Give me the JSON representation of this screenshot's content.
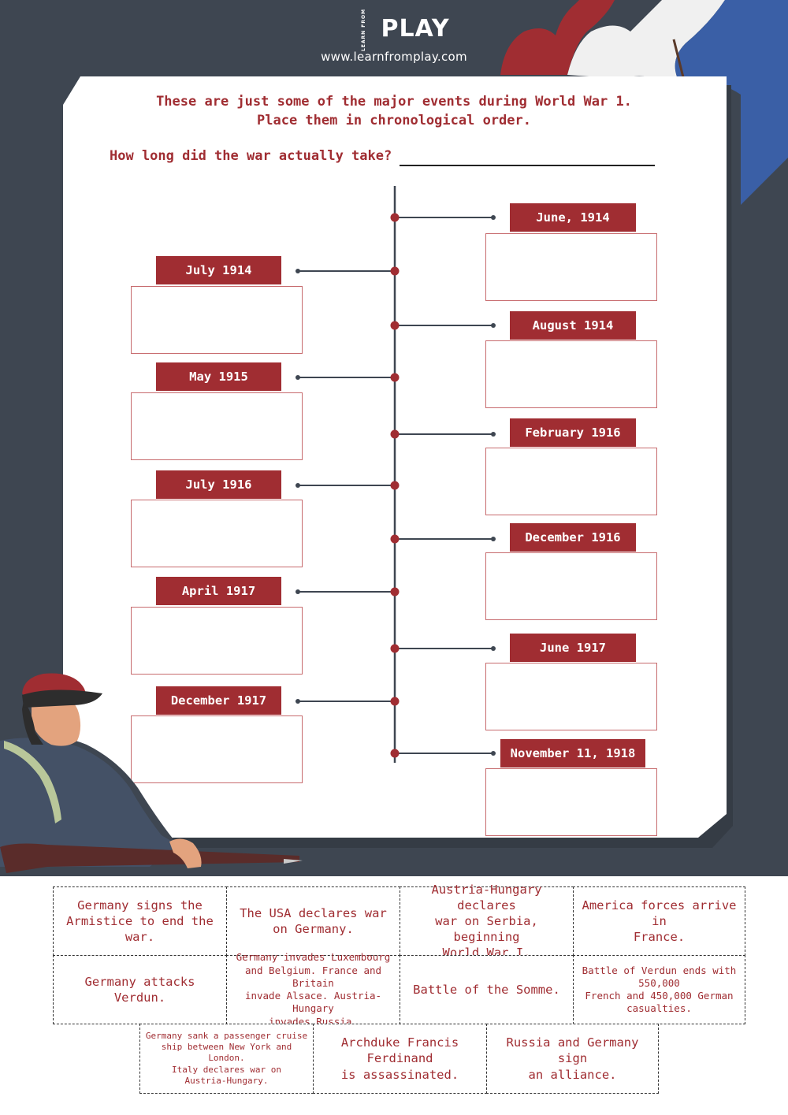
{
  "header": {
    "logo_text": "PLAY",
    "logo_small": "LEARN FROM",
    "url": "www.learnfromplay.com"
  },
  "instructions": {
    "line1": "These are just some of the major events during World War 1.",
    "line2": "Place them in chronological order.",
    "question": "How long did the war actually take?"
  },
  "timeline": {
    "right": [
      {
        "label": "June, 1914"
      },
      {
        "label": "August 1914"
      },
      {
        "label": "February 1916"
      },
      {
        "label": "December 1916"
      },
      {
        "label": "June 1917"
      },
      {
        "label": "November 11, 1918"
      }
    ],
    "left": [
      {
        "label": "July 1914"
      },
      {
        "label": "May 1915"
      },
      {
        "label": "July 1916"
      },
      {
        "label": "April 1917"
      },
      {
        "label": "December 1917"
      }
    ]
  },
  "cards": [
    {
      "text": "Germany signs the\nArmistice to end the war."
    },
    {
      "text": "The USA declares war\non Germany."
    },
    {
      "text": "Austria-Hungary declares\nwar on Serbia, beginning\nWorld War I."
    },
    {
      "text": "America forces arrive in\nFrance."
    },
    {
      "text": "Germany attacks Verdun."
    },
    {
      "text": "Germany invades Luxembourg\nand Belgium. France and Britain\ninvade Alsace. Austria-Hungary\ninvades Russia."
    },
    {
      "text": "Battle of the Somme."
    },
    {
      "text": "Battle of Verdun ends with\n550,000\nFrench and 450,000 German\ncasualties."
    },
    {
      "text": "Germany sank a passenger cruise\nship between New York and London.\nItaly declares war on\nAustria-Hungary."
    },
    {
      "text": "Archduke Francis\nFerdinand\nis assassinated."
    },
    {
      "text": "Russia and Germany sign\nan alliance."
    }
  ],
  "colors": {
    "accent": "#a02d32",
    "background": "#3e4651",
    "flag_blue": "#3a5fa6",
    "flag_white": "#f0f0f0",
    "flag_red": "#a02d32"
  }
}
